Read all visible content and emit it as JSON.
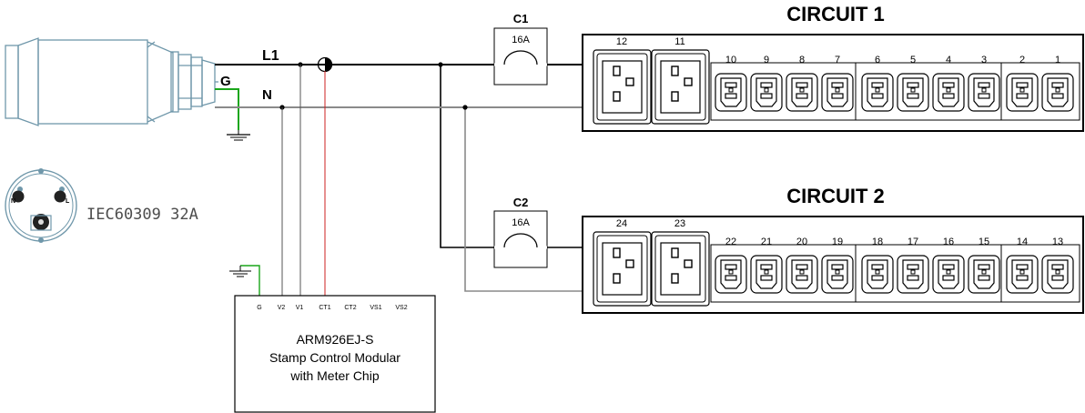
{
  "wires": {
    "line_label": "L1",
    "neutral_label": "N",
    "ground_label": "G"
  },
  "plug": {
    "label": "IEC60309 32A",
    "face_labels": [
      "N",
      "L"
    ]
  },
  "breakers": [
    {
      "id": "C1",
      "rating": "16A"
    },
    {
      "id": "C2",
      "rating": "16A"
    }
  ],
  "circuits": [
    {
      "title": "CIRCUIT 1",
      "c19_outlets": [
        "12",
        "11"
      ],
      "c13_outlets": [
        "10",
        "9",
        "8",
        "7",
        "6",
        "5",
        "4",
        "3",
        "2",
        "1"
      ]
    },
    {
      "title": "CIRCUIT 2",
      "c19_outlets": [
        "24",
        "23"
      ],
      "c13_outlets": [
        "22",
        "21",
        "20",
        "19",
        "18",
        "17",
        "16",
        "15",
        "14",
        "13"
      ]
    }
  ],
  "controller": {
    "pins": [
      "G",
      "V2",
      "V1",
      "CT1",
      "CT2",
      "VS1",
      "VS2"
    ],
    "lines": [
      "ARM926EJ-S",
      "Stamp Control Modular",
      "with Meter Chip"
    ]
  },
  "colors": {
    "line": "#000000",
    "neutral": "#8a8a8a",
    "ground": "#1aa61a",
    "ct_lead": "#cc2222",
    "plug_outline": "#6f97aa"
  }
}
